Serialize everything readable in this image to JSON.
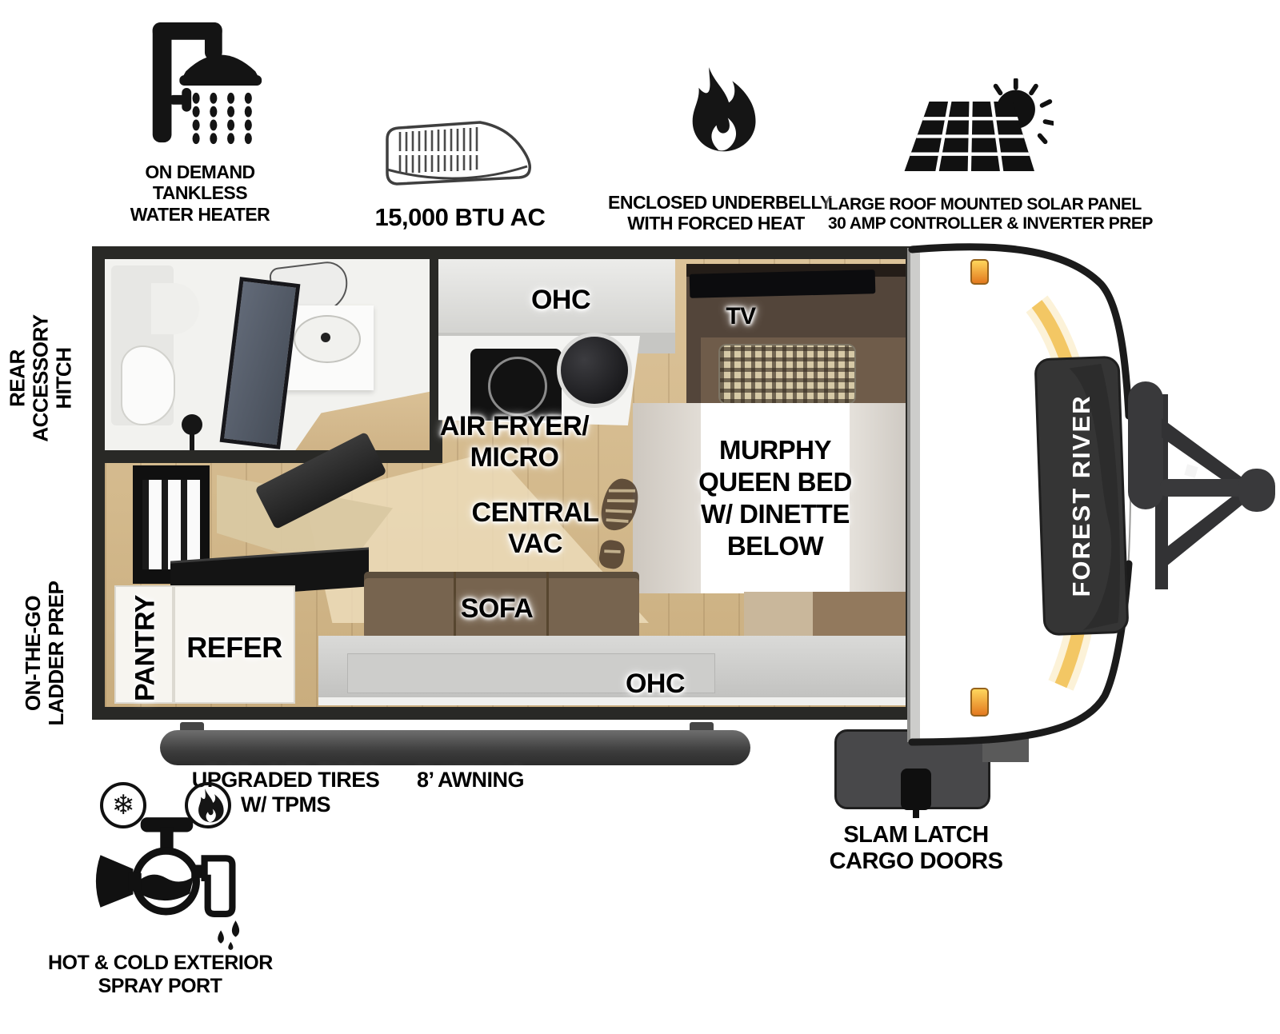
{
  "features": {
    "water_heater": {
      "icon": "shower-icon",
      "lines": [
        "ON DEMAND",
        "TANKLESS",
        "WATER HEATER"
      ]
    },
    "ac": {
      "icon": "rooftop-ac-icon",
      "label": "15,000 BTU AC"
    },
    "furnace": {
      "icon": "flame-icon",
      "lines": [
        "ENCLOSED UNDERBELLY",
        "WITH FORCED HEAT"
      ]
    },
    "solar": {
      "icon": "solar-panel-icon",
      "lines": [
        "LARGE ROOF MOUNTED SOLAR PANEL",
        "30 AMP CONTROLLER & INVERTER PREP"
      ]
    },
    "tires": {
      "lines": [
        "UPGRADED TIRES",
        "W/ TPMS"
      ]
    },
    "awning": {
      "label": "8’ AWNING"
    },
    "cargo": {
      "lines": [
        "SLAM LATCH",
        "CARGO DOORS"
      ]
    },
    "spray_port": {
      "icon": "spray-port-icon",
      "lines": [
        "HOT & COLD EXTERIOR",
        "SPRAY PORT"
      ]
    }
  },
  "side_labels": {
    "rear_hitch": {
      "lines": [
        "REAR",
        "ACCESSORY",
        "HITCH"
      ]
    },
    "ladder_prep": {
      "lines": [
        "ON-THE-GO",
        "LADDER PREP"
      ]
    }
  },
  "floorplan": {
    "ohc_top": "OHC",
    "tv": "TV",
    "air_fryer": {
      "lines": [
        "AIR FRYER/",
        "MICRO"
      ]
    },
    "central_vac": {
      "lines": [
        "CENTRAL",
        "VAC"
      ]
    },
    "murphy": {
      "lines": [
        "MURPHY",
        "QUEEN BED",
        "W/ DINETTE",
        "BELOW"
      ]
    },
    "sofa": "SOFA",
    "pantry": "PANTRY",
    "refer": "REFER",
    "ohc_bottom": "OHC"
  },
  "branding": {
    "make": "FOREST RIVER"
  },
  "colors": {
    "wall": "#292926",
    "wood_floor": "#d3b98c",
    "sofa_brown": "#77644f",
    "bed_brown": "#6f5c4a",
    "marker_light_orange": "#e8821f",
    "swoosh_yellow": "#f2c45e",
    "ink": "#000000",
    "cap_white": "#ffffff",
    "hitch_gray": "#39393b"
  }
}
